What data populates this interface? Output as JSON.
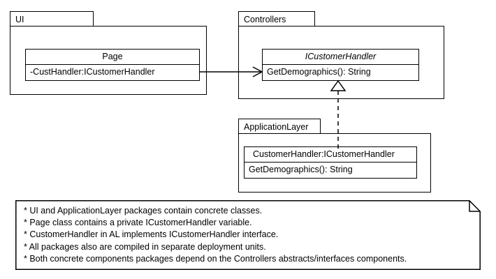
{
  "diagram": {
    "title": "Layered package dependency UML diagram",
    "stroke_color": "#000000",
    "background_color": "#ffffff"
  },
  "packages": [
    {
      "id": "ui",
      "name": "UI",
      "classes": [
        {
          "id": "page",
          "name": "Page",
          "stereotype": "class",
          "italic": false,
          "members": [
            "-CustHandler:ICustomerHandler"
          ]
        }
      ]
    },
    {
      "id": "controllers",
      "name": "Controllers",
      "classes": [
        {
          "id": "icustomerhandler",
          "name": "ICustomerHandler",
          "stereotype": "interface",
          "italic": true,
          "members": [
            "GetDemographics(): String"
          ]
        }
      ]
    },
    {
      "id": "applicationlayer",
      "name": "ApplicationLayer",
      "classes": [
        {
          "id": "customerhandler",
          "name": "CustomerHandler:ICustomerHandler",
          "stereotype": "class",
          "italic": false,
          "members": [
            "GetDemographics(): String"
          ]
        }
      ]
    }
  ],
  "relationships": [
    {
      "id": "page-uses-icustomerhandler",
      "type": "association",
      "line": "solid",
      "arrowhead": "open",
      "from": "page",
      "to": "icustomerhandler",
      "label": ""
    },
    {
      "id": "customerhandler-realizes-icustomerhandler",
      "type": "realization",
      "line": "dashed",
      "arrowhead": "hollow-triangle",
      "from": "customerhandler",
      "to": "icustomerhandler",
      "label": ""
    }
  ],
  "note": {
    "id": "diagram-note",
    "lines": [
      "* UI and ApplicationLayer packages contain concrete classes.",
      "* Page class contains a private ICustomerHandler variable.",
      "* CustomerHandler in AL implements ICustomerHandler interface.",
      "* All packages also are compiled in separate deployment units.",
      "* Both concrete components packages depend on the Controllers abstracts/interfaces components."
    ]
  }
}
